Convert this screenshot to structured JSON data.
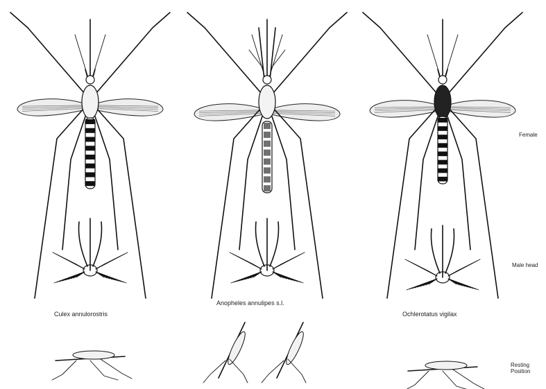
{
  "species": [
    {
      "name": "Culex annulorostris",
      "palps": "short",
      "thorax": "light",
      "abdomen": "banded",
      "head_style": "bushy"
    },
    {
      "name": "Anopheles annulipes s.l.",
      "palps": "long",
      "thorax": "light",
      "abdomen": "spotted",
      "head_style": "feathered"
    },
    {
      "name": "Ochlerotatus vigilax",
      "palps": "short",
      "thorax": "dark",
      "abdomen": "banded",
      "head_style": "tufted"
    }
  ],
  "row_labels": {
    "female": "Female",
    "male_head": "Male head",
    "resting": "Resting Position"
  },
  "colors": {
    "ink": "#111111",
    "wing_fill": "#eeeeee",
    "background": "#ffffff"
  }
}
